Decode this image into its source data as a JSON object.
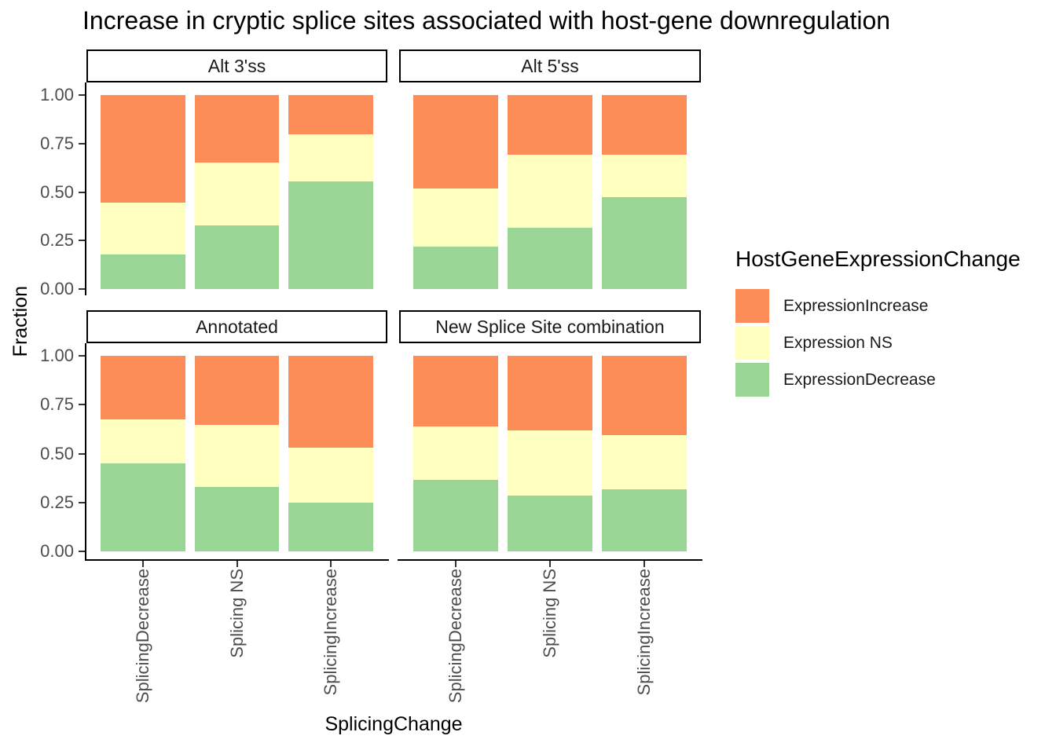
{
  "title": "Increase in cryptic splice sites associated with host-gene downregulation",
  "axes": {
    "y_label": "Fraction",
    "x_label": "SplicingChange",
    "y_ticks": [
      "1.00",
      "0.75",
      "0.50",
      "0.25",
      "0.00"
    ],
    "x_tick_labels": [
      "SplicingDecrease",
      "Splicing NS",
      "SplicingIncrease"
    ]
  },
  "legend": {
    "title": "HostGeneExpressionChange",
    "entries": [
      {
        "label": "ExpressionIncrease",
        "color": "#FC8D59"
      },
      {
        "label": "Expression NS",
        "color": "#FFFFBF"
      },
      {
        "label": "ExpressionDecrease",
        "color": "#99D594"
      }
    ]
  },
  "chart_data": {
    "type": "bar",
    "stacked": true,
    "title": "Increase in cryptic splice sites associated with host-gene downregulation",
    "xlabel": "SplicingChange",
    "ylabel": "Fraction",
    "ylim": [
      0,
      1
    ],
    "grid": "off",
    "legend_position": "right",
    "categories": [
      "SplicingDecrease",
      "Splicing NS",
      "SplicingIncrease"
    ],
    "stack_order_bottom_to_top": [
      "ExpressionDecrease",
      "Expression NS",
      "ExpressionIncrease"
    ],
    "colors": {
      "ExpressionDecrease": "#99D594",
      "Expression NS": "#FFFFBF",
      "ExpressionIncrease": "#FC8D59"
    },
    "facets": [
      {
        "label": "Alt 3'ss",
        "stacks": [
          [
            0.18,
            0.265,
            0.555
          ],
          [
            0.33,
            0.32,
            0.35
          ],
          [
            0.555,
            0.24,
            0.205
          ]
        ]
      },
      {
        "label": "Alt 5'ss",
        "stacks": [
          [
            0.22,
            0.3,
            0.48
          ],
          [
            0.315,
            0.375,
            0.31
          ],
          [
            0.475,
            0.215,
            0.31
          ]
        ]
      },
      {
        "label": "Annotated",
        "stacks": [
          [
            0.45,
            0.225,
            0.325
          ],
          [
            0.33,
            0.315,
            0.355
          ],
          [
            0.25,
            0.28,
            0.47
          ]
        ]
      },
      {
        "label": "New Splice Site combination",
        "stacks": [
          [
            0.365,
            0.275,
            0.36
          ],
          [
            0.285,
            0.335,
            0.38
          ],
          [
            0.315,
            0.28,
            0.405
          ]
        ]
      }
    ]
  }
}
